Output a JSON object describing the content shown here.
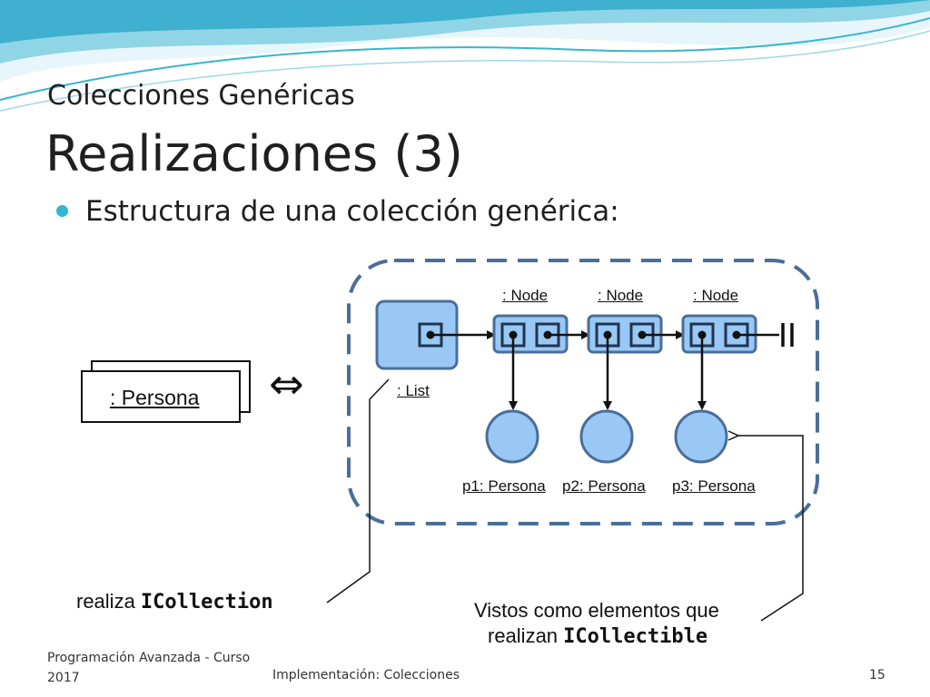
{
  "slide": {
    "subtitle": "Colecciones Genéricas",
    "title": "Realizaciones (3)",
    "bullet": "Estructura de una colección genérica:"
  },
  "diagram": {
    "node_labels": [
      ": Node",
      ": Node",
      ": Node"
    ],
    "list_label": ": List",
    "persona_labels": [
      "p1: Persona",
      "p2: Persona",
      "p3: Persona"
    ],
    "generic_persona": ": Persona",
    "equivalence_symbol": "⇔",
    "realiza_prefix": "realiza ",
    "realiza_interface": "ICollection",
    "vistos_line1": "Vistos como elementos que",
    "vistos_prefix": "realizan ",
    "vistos_interface": "ICollectible"
  },
  "footer": {
    "left": "Programación Avanzada - Curso 2017",
    "center": "Implementación: Colecciones",
    "page": "15"
  },
  "colors": {
    "accent": "#36b5cf",
    "node_fill": "#99c8f5",
    "node_stroke": "#4a6e99",
    "boundary": "#4a6e99"
  }
}
